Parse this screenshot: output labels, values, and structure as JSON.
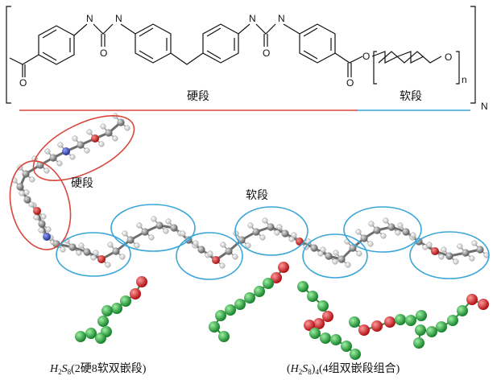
{
  "formula": {
    "atoms": {
      "nh": "N",
      "o": "O",
      "ester_o": "O",
      "ether_o": "O"
    },
    "repeat_n": "n",
    "repeat_N": "N",
    "hard_segment_label": "硬段",
    "soft_segment_label": "软段",
    "hard_segment_color": "#d9463b",
    "soft_segment_color": "#3aa6d8"
  },
  "model": {
    "hard_label": "硬段",
    "soft_label": "软段",
    "hard_outline_color": "#d9463b",
    "soft_outline_color": "#3aa6d8",
    "carbon_color": "#8a8a8a",
    "hydrogen_color": "#ffffff",
    "nitrogen_color": "#3b4fb8",
    "oxygen_color": "#d72b2b"
  },
  "coarse": {
    "left_caption": {
      "prefix_italic": "H",
      "sub1": "2",
      "mid_italic": "S",
      "sub2": "8",
      "suffix": "(2硬8软双嵌段)"
    },
    "right_caption": {
      "open": "(",
      "prefix_italic": "H",
      "sub1": "2",
      "mid_italic": "S",
      "sub2": "8",
      "close": ")",
      "sub3": "4",
      "suffix": "(4组双嵌段组合)"
    },
    "green_bead_color": "#2fae3c",
    "red_bead_color": "#e0161e"
  }
}
